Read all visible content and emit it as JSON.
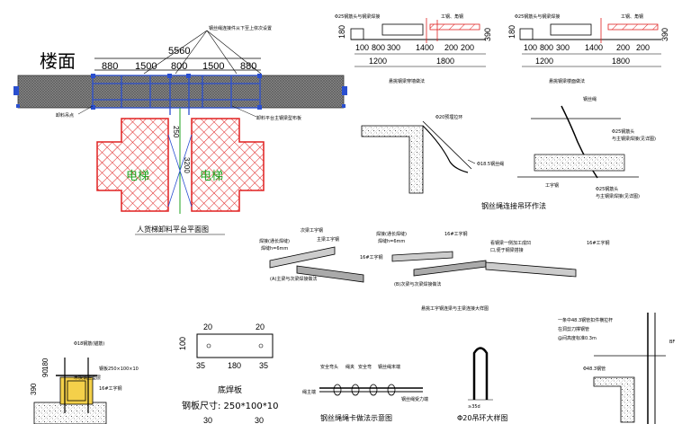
{
  "platform_plan": {
    "floor_label": "楼面",
    "total_span": "5560",
    "segments": [
      "880",
      "1500",
      "800",
      "1500",
      "880"
    ],
    "top_note": "钢丝绳连接件从下至上依次设置",
    "left_note": "卸料吊点",
    "right_note": "卸料平台主钢梁型布板",
    "vertical_dim_a": "250",
    "vertical_dim_b": "3200",
    "left_block_label": "电梯",
    "right_block_label": "电梯",
    "caption": "人货梯卸料平台平面图"
  },
  "beam_top_left": {
    "note_left": "Φ25钢筋头与钢梁焊接",
    "note_right": "工钢、角钢",
    "note_mid": "",
    "dim_left": "180",
    "dim_right": "390",
    "dims_row1": [
      "100",
      "800",
      "300",
      "1400",
      "200",
      "200"
    ],
    "dims_row2": [
      "1200",
      "1800"
    ],
    "caption": "悬挑钢梁穿墙做法"
  },
  "beam_top_right": {
    "note_left": "Φ25钢筋头与钢梁焊接",
    "note_right": "工钢、角钢",
    "dim_left": "180",
    "dim_right": "390",
    "dims_row1": [
      "100",
      "800",
      "300",
      "1400",
      "200",
      "200"
    ],
    "dims_row2": [
      "1200",
      "1800"
    ],
    "caption": "悬挑钢梁楼面做法"
  },
  "rope_section": {
    "note1": "Φ20预埋拉环",
    "note2": "Φ18.5钢丝绳",
    "note3": "钢丝绳",
    "note4": "Φ25钢筋头",
    "note5": "与主钢梁焊接(见详图)",
    "note6": "Φ25钢筋头",
    "note7": "与主钢梁焊接(见详图)",
    "note8": "工字钢",
    "caption": "钢丝绳连接吊环作法"
  },
  "beam_joint": {
    "label1": "焊接(通长焊缝)",
    "label2": "焊缝h=6mm",
    "label3": "次梁工字钢",
    "label4": "主梁工字钢",
    "label5": "16#工字钢",
    "label6": "焊接(通长焊缝)",
    "label7": "焊缝h=6mm",
    "label8": "看钢梁一侧加工成凹",
    "label9": "口,便于钢梁搭接",
    "label10": "16#工字钢",
    "label11": "16#工字钢",
    "sub1": "(A)主梁与次梁焊接做法",
    "sub2": "(B)次梁与次梁焊接做法",
    "caption": "悬挑工字钢连梁与主梁连接大样图"
  },
  "anchor_detail": {
    "note1": "Φ18钢筋(锚筋)",
    "note2": "木楔钢丝垫层",
    "note3": "钢板250×100×10",
    "note4": "16#工字钢",
    "dim1": "180",
    "dim2": "90",
    "dim3": "390"
  },
  "base_plate": {
    "top_dims": [
      "20",
      "20"
    ],
    "side_dim": "100",
    "bottom_dims": [
      "35",
      "180",
      "35"
    ],
    "caption": "底焊板",
    "size_text": "钢板尺寸: 250*100*10",
    "footer_dims": [
      "30",
      "30"
    ]
  },
  "rope_clip": {
    "labels": [
      "安全弯头",
      "绳夹",
      "安全弯",
      "钢丝绳末端"
    ],
    "left_label": "绳主端",
    "right_label": "钢丝绳受力端",
    "caption": "钢丝绳绳卡做法示意图"
  },
  "lifting_ring": {
    "dim": "≥35d",
    "caption": "Φ20吊环大样图"
  },
  "edge_detail": {
    "note1": "一条中48.3钢管扣件横拉杆",
    "note2": "在洞剪刀撑钢管",
    "note3": "@间高度标准0.3m",
    "note4": "Φ48.3钢管",
    "note5": "BF"
  }
}
